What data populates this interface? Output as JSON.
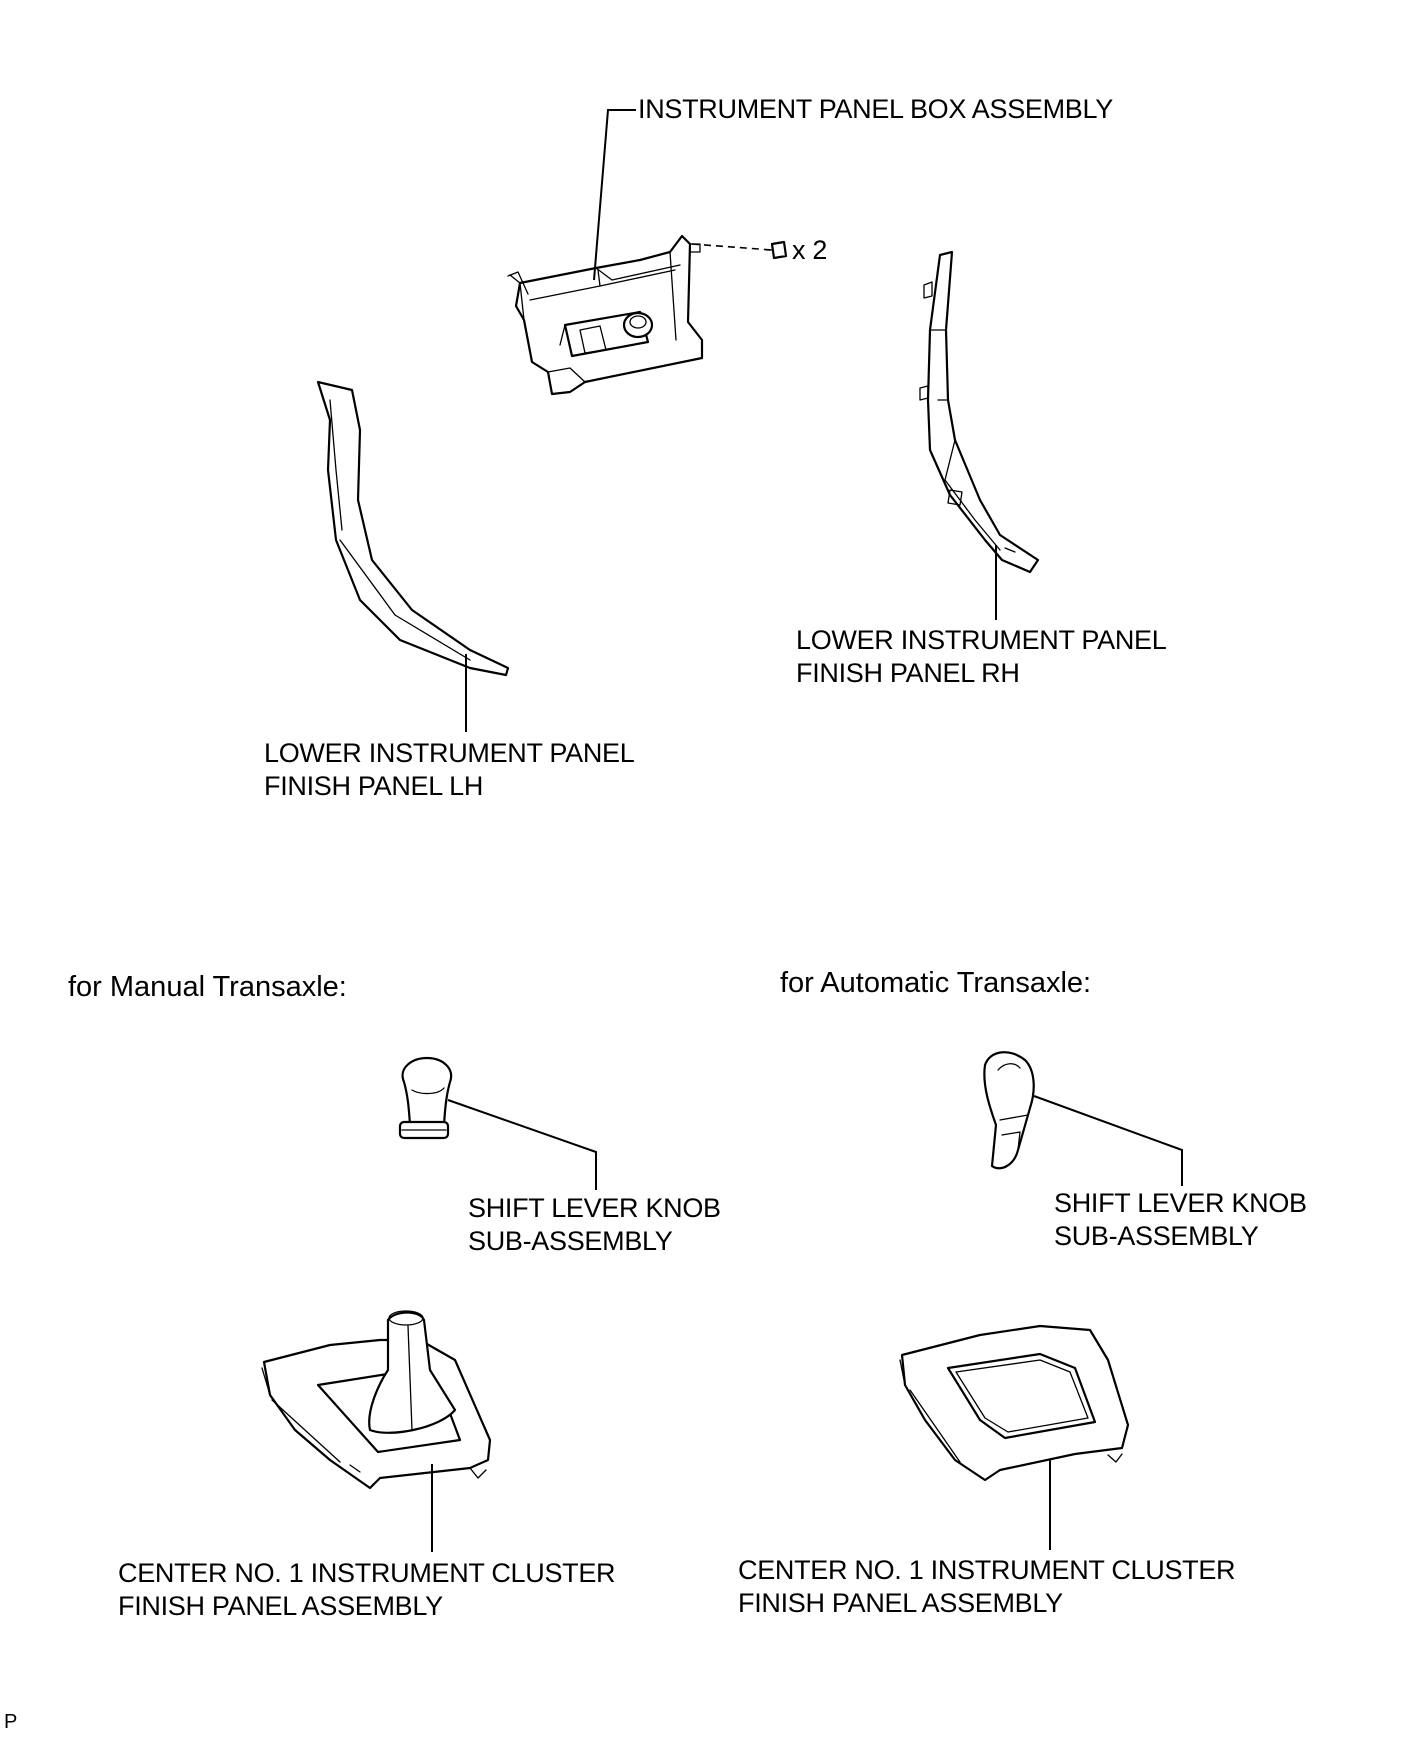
{
  "labels": {
    "instrument_panel_box": "INSTRUMENT PANEL BOX ASSEMBLY",
    "screw_qty": "x 2",
    "lower_panel_rh": [
      "LOWER INSTRUMENT PANEL",
      "FINISH PANEL RH"
    ],
    "lower_panel_lh": [
      "LOWER INSTRUMENT PANEL",
      "FINISH PANEL LH"
    ],
    "manual_section": "for Manual Transaxle:",
    "automatic_section": "for Automatic Transaxle:",
    "knob_manual": [
      "SHIFT LEVER KNOB",
      "SUB-ASSEMBLY"
    ],
    "knob_automatic": [
      "SHIFT LEVER KNOB",
      "SUB-ASSEMBLY"
    ],
    "cluster_manual": [
      "CENTER NO. 1 INSTRUMENT CLUSTER",
      "FINISH PANEL ASSEMBLY"
    ],
    "cluster_automatic": [
      "CENTER NO. 1 INSTRUMENT CLUSTER",
      "FINISH PANEL ASSEMBLY"
    ],
    "corner_mark": "P"
  }
}
